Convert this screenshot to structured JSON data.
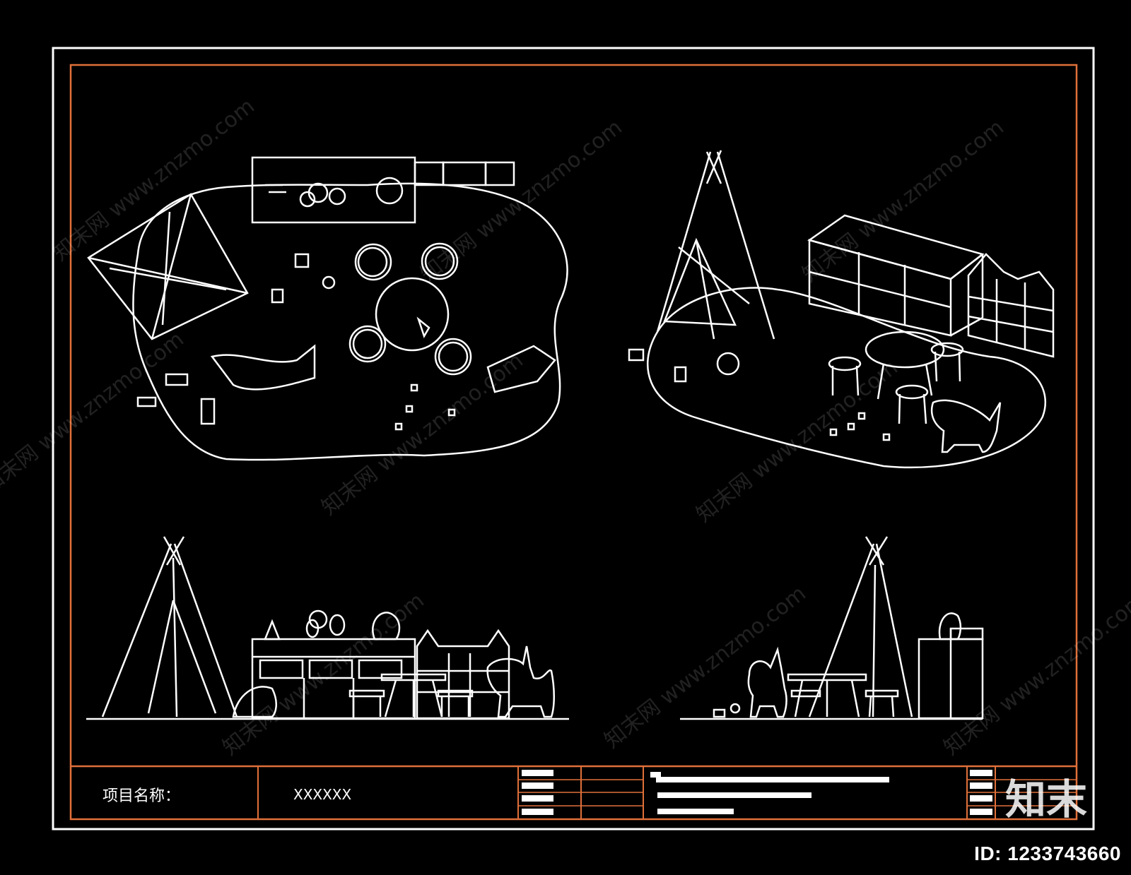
{
  "title_block": {
    "project_label": "项目名称：",
    "project_value": "XXXXXX"
  },
  "image_id": "ID: 1233743660",
  "brand_text": "知末",
  "watermark_text": "知末网 www.znzmo.com",
  "colors": {
    "background": "#000000",
    "line": "#ffffff",
    "inner_frame": "#e0703a"
  },
  "views": [
    {
      "name": "plan-view"
    },
    {
      "name": "axonometric-view"
    },
    {
      "name": "front-elevation"
    },
    {
      "name": "side-elevation"
    }
  ]
}
